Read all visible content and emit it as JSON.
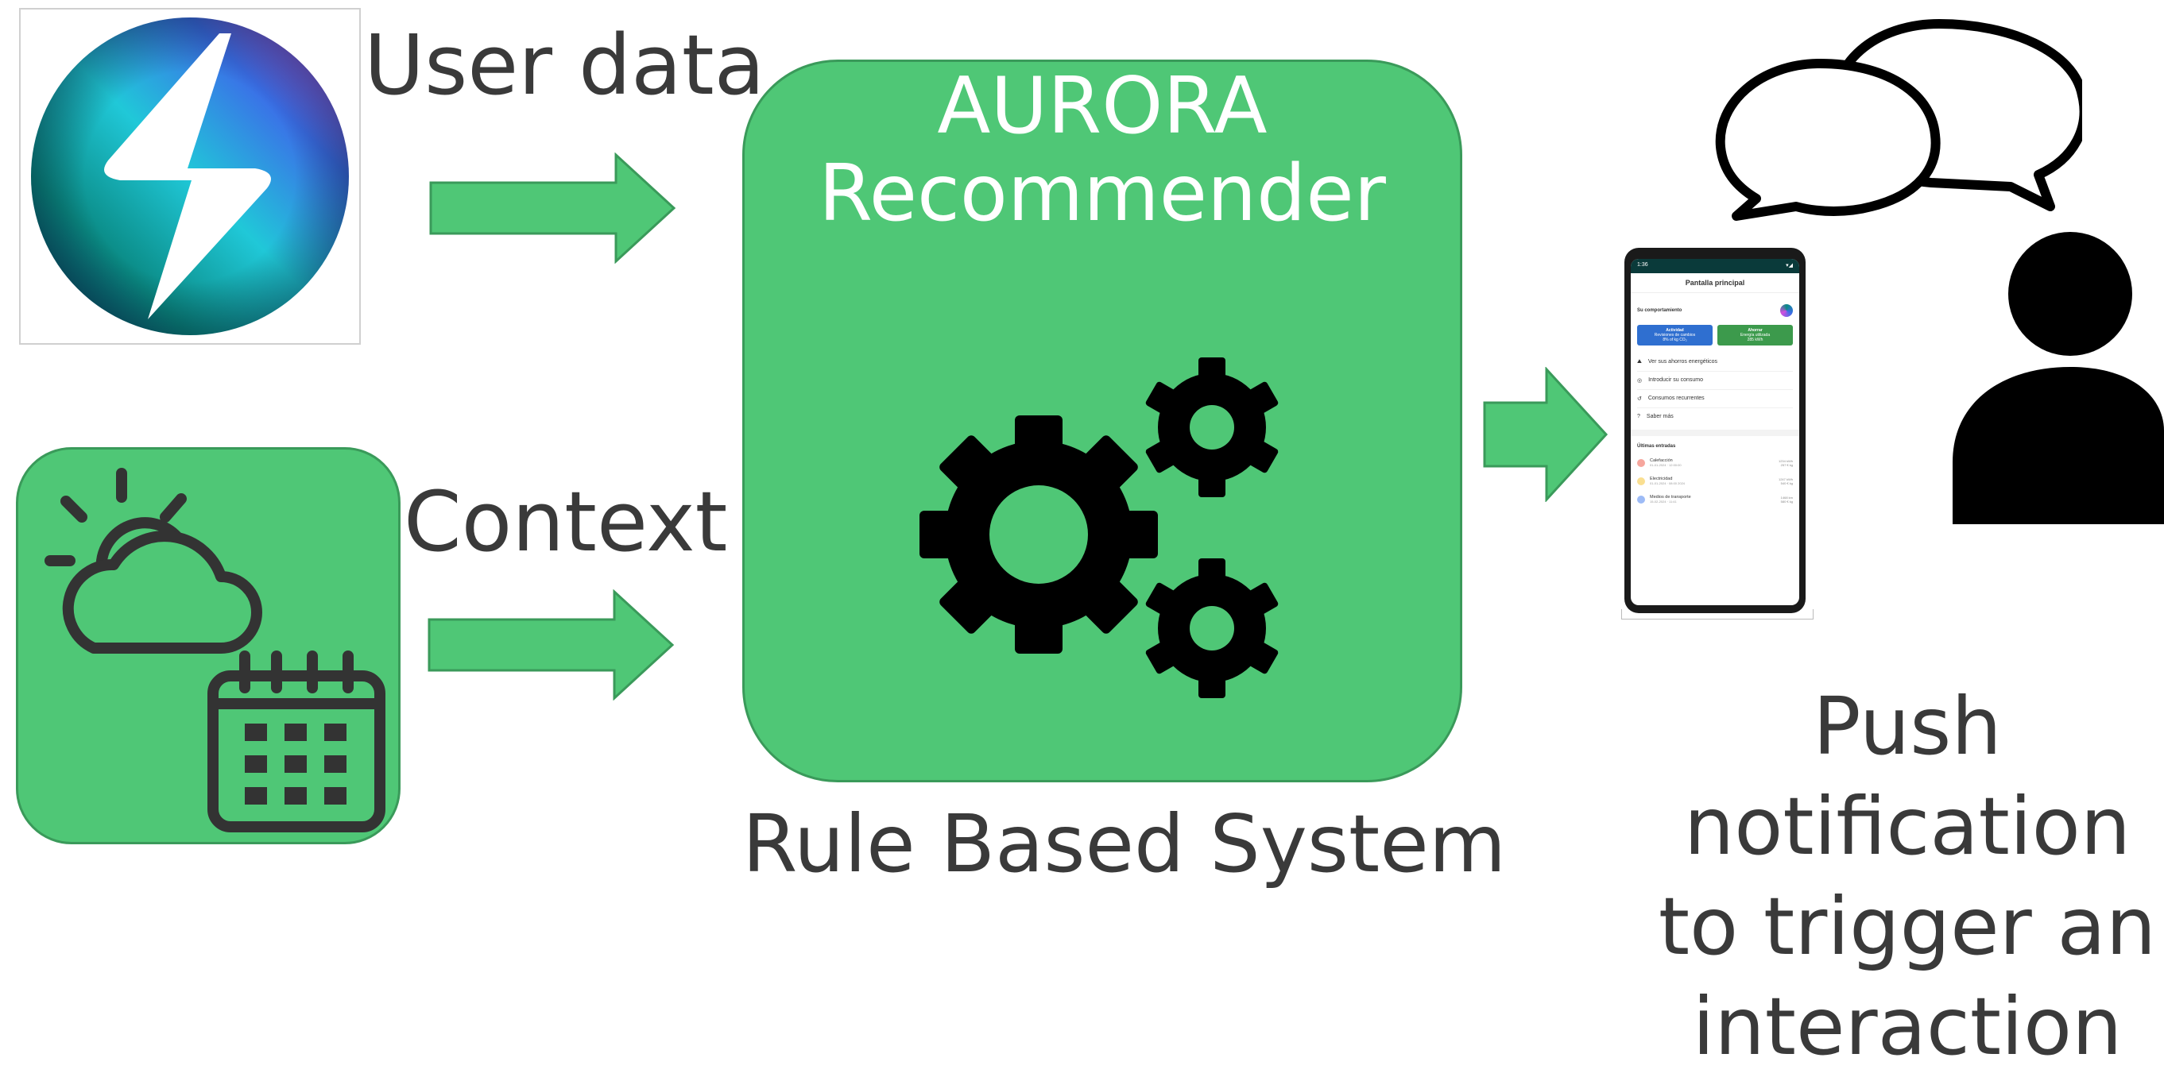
{
  "inputs": {
    "user_data_label": "User data",
    "context_label": "Context"
  },
  "recommender": {
    "title_line1": "AURORA",
    "title_line2": "Recommender",
    "caption": "Rule Based System"
  },
  "output": {
    "line1": "Push",
    "line2": "notification",
    "line3": "to trigger an",
    "line4": "interaction"
  },
  "phone": {
    "status_time": "1:36",
    "screen_title": "Pantalla principal",
    "section_behaviour": "Su comportamiento",
    "card_left_title": "Actividad",
    "card_left_sub1": "Revisiones de cambios",
    "card_left_sub2": "8% of kg CO₂",
    "card_right_title": "Ahorrar",
    "card_right_sub1": "Energía utilizada",
    "card_right_sub2": "285 kWh",
    "menu": [
      {
        "icon": "footprint-icon",
        "glyph": "⛰",
        "label": "Ver sus ahorros energéticos"
      },
      {
        "icon": "gauge-icon",
        "glyph": "◎",
        "label": "Introducir su consumo"
      },
      {
        "icon": "history-icon",
        "glyph": "↺",
        "label": "Consumos recurrentes"
      },
      {
        "icon": "help-icon",
        "glyph": "?",
        "label": "Saber más"
      }
    ],
    "section_recent": "Últimas entradas",
    "entries": [
      {
        "label": "Calefacción",
        "sub": "01-01-2024 · 12:00:00",
        "value": "1234 kWh",
        "value2": "257 € kg",
        "color": "#f06b5b"
      },
      {
        "label": "Electricidad",
        "sub": "01-01-2024 · 08:00 2024",
        "value": "1247 kWh",
        "value2": "540 € kg",
        "color": "#f7c948"
      },
      {
        "label": "Medios de transporte",
        "sub": "15-02-2024 · 11:41",
        "value": "1468 km",
        "value2": "580 € kg",
        "color": "#5b8ef0"
      }
    ]
  },
  "colors": {
    "box_green": "#4fc776",
    "arrow_green": "#4fc776",
    "text_dark": "#3a3a3a"
  }
}
